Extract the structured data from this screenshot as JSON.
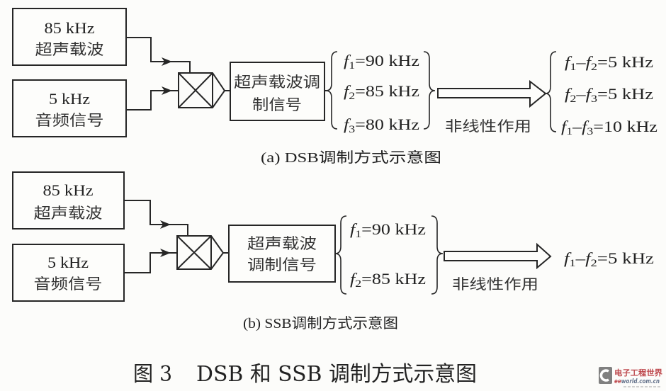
{
  "colors": {
    "ink": "#262626",
    "background": "#fcfcfa",
    "watermark_red": "#b42a30"
  },
  "panels": [
    {
      "caption": "(a) DSB调制方式示意图",
      "carrier_box": {
        "freq": "85 kHz",
        "label": "超声载波"
      },
      "audio_box": {
        "freq": "5 kHz",
        "label": "音频信号"
      },
      "mixer_icon": "multiplier-cross-icon",
      "modulated_box": {
        "line1": "超声载波调",
        "line2": "制信号"
      },
      "sidebands": [
        {
          "var": "f",
          "sub": "1",
          "value": "=90 kHz"
        },
        {
          "var": "f",
          "sub": "2",
          "value": "=85 kHz"
        },
        {
          "var": "f",
          "sub": "3",
          "value": "=80 kHz"
        }
      ],
      "process_label": "非线性作用",
      "outputs": [
        {
          "var1": "f",
          "sub1": "1",
          "op": "–",
          "var2": "f",
          "sub2": "2",
          "value": "=5 kHz"
        },
        {
          "var1": "f",
          "sub1": "2",
          "op": "–",
          "var2": "f",
          "sub2": "3",
          "value": "=5 kHz"
        },
        {
          "var1": "f",
          "sub1": "1",
          "op": "–",
          "var2": "f",
          "sub2": "3",
          "value": "=10 kHz"
        }
      ]
    },
    {
      "caption": "(b) SSB调制方式示意图",
      "carrier_box": {
        "freq": "85 kHz",
        "label": "超声载波"
      },
      "audio_box": {
        "freq": "5 kHz",
        "label": "音频信号"
      },
      "mixer_icon": "multiplier-cross-icon",
      "modulated_box": {
        "line1": "超声载波",
        "line2": "调制信号"
      },
      "sidebands": [
        {
          "var": "f",
          "sub": "1",
          "value": "=90 kHz"
        },
        {
          "var": "f",
          "sub": "2",
          "value": "=85 kHz"
        }
      ],
      "process_label": "非线性作用",
      "outputs": [
        {
          "var1": "f",
          "sub1": "1",
          "op": "–",
          "var2": "f",
          "sub2": "2",
          "value": "=5 kHz"
        }
      ]
    }
  ],
  "figure_caption": {
    "number": "图 3",
    "title": "DSB 和 SSB 调制方式示意图"
  },
  "watermark": {
    "brand": "电子工程世界",
    "domain_prefix": "ee",
    "domain_rest": "world.com.cn"
  }
}
